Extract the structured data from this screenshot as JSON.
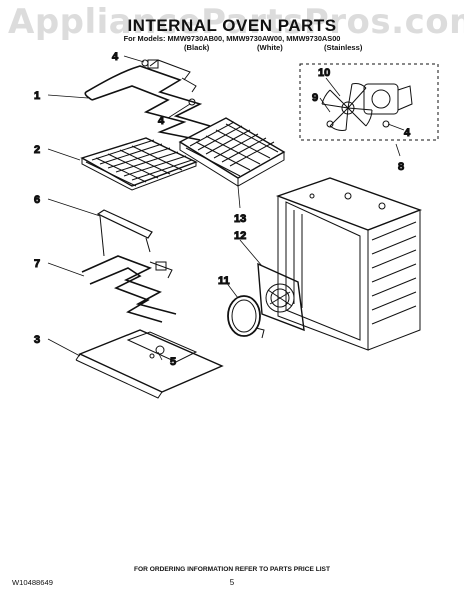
{
  "watermark": "AppliancePartsPros.com",
  "header": {
    "title": "INTERNAL OVEN PARTS",
    "models": "For Models: MMW9730AB00, MMW9730AW00, MMW9730AS00",
    "variants": [
      "(Black)",
      "(White)",
      "(Stainless)"
    ]
  },
  "callouts": [
    "1",
    "2",
    "3",
    "4",
    "4",
    "4",
    "5",
    "6",
    "7",
    "8",
    "9",
    "10",
    "11",
    "12",
    "13"
  ],
  "footer": {
    "doc_number": "W10488649",
    "ordering_note": "FOR ORDERING INFORMATION REFER TO PARTS PRICE LIST",
    "page_number": "5"
  },
  "colors": {
    "ink": "#111111",
    "watermark": "#8c8c8c"
  }
}
